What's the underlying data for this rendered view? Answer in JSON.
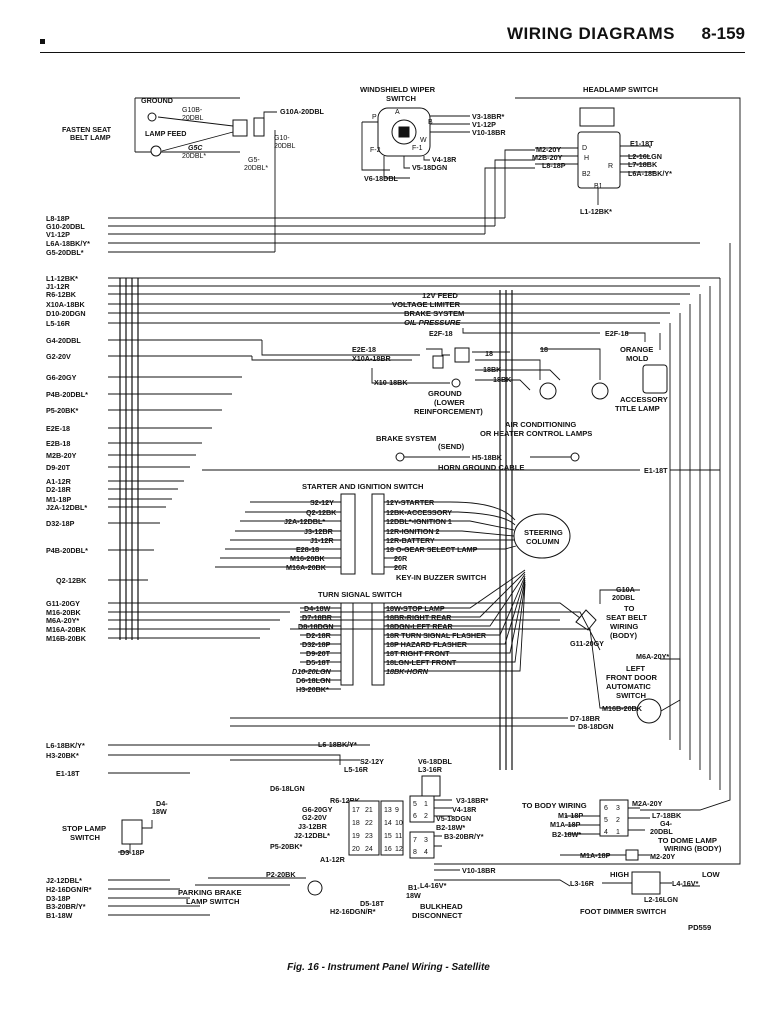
{
  "header": {
    "title": "WIRING DIAGRAMS",
    "page": "8-159"
  },
  "caption": "Fig. 16 - Instrument Panel Wiring - Satellite",
  "ref_code": "PD559",
  "components": {
    "ground": "GROUND",
    "fasten_seat_belt_lamp": [
      "FASTEN SEAT",
      "BELT LAMP"
    ],
    "lamp_feed": "LAMP FEED",
    "windshield_wiper_switch": [
      "WINDSHIELD WIPER",
      "SWITCH"
    ],
    "headlamp_switch": "HEADLAMP SWITCH",
    "twelve_v_feed": [
      "12V FEED",
      "VOLTAGE LIMITER",
      "BRAKE SYSTEM",
      "OIL PRESSURE"
    ],
    "orange_mold": [
      "ORANGE",
      "MOLD"
    ],
    "accessory_title_lamp": [
      "ACCESSORY",
      "TITLE LAMP"
    ],
    "ground_lower_reinforcement": [
      "GROUND",
      "(LOWER",
      "REINFORCEMENT)"
    ],
    "air_conditioning": [
      "AIR CONDITIONING",
      "OR HEATER CONTROL LAMPS"
    ],
    "brake_system": "BRAKE SYSTEM",
    "send": "(SEND)",
    "horn_ground_cable": "HORN GROUND CABLE",
    "starter_ignition_switch": "STARTER AND IGNITION SWITCH",
    "steering_column": [
      "STEERING",
      "COLUMN"
    ],
    "key_in_buzzer_switch": "KEY-IN BUZZER SWITCH",
    "turn_signal_switch": "TURN SIGNAL SWITCH",
    "to_seat_belt_wiring": [
      "TO",
      "SEAT BELT",
      "WIRING",
      "(BODY)"
    ],
    "left_front_door_switch": [
      "LEFT",
      "FRONT DOOR",
      "AUTOMATIC",
      "SWITCH"
    ],
    "stop_lamp_switch": [
      "STOP LAMP",
      "SWITCH"
    ],
    "parking_brake_lamp_switch": [
      "PARKING BRAKE",
      "LAMP SWITCH"
    ],
    "bulkhead_disconnect": [
      "BULKHEAD",
      "DISCONNECT"
    ],
    "to_body_wiring": "TO BODY WIRING",
    "to_dome_lamp_wiring": [
      "TO DOME LAMP",
      "WIRING (BODY)"
    ],
    "foot_dimmer_switch": "FOOT DIMMER SWITCH",
    "high": "HIGH",
    "low": "LOW"
  },
  "wires": {
    "top_left": [
      "G10B-",
      "20DBL",
      "G10A-20DBL",
      "G5C",
      "20DBL*",
      "G10-",
      "20DBL",
      "G5-",
      "20DBL*"
    ],
    "wiper": [
      "V3-18BR*",
      "V1-12P",
      "V10-18BR",
      "V4-18R",
      "V5-18DGN",
      "V6-18DBL"
    ],
    "wiper_pins": [
      "A",
      "P",
      "B",
      "F-2",
      "W",
      "F-1"
    ],
    "headlamp": [
      "M2-20Y",
      "M2B-20Y",
      "L8-18P",
      "E1-18T",
      "L2-16LGN",
      "L7-18BK",
      "L6A-18BK/Y*",
      "L1-12BK*"
    ],
    "headlamp_pins": [
      "D",
      "H",
      "R",
      "B2",
      "B1"
    ],
    "left_edge_top": [
      "L8-18P",
      "G10-20DBL",
      "V1-12P",
      "L6A-18BK/Y*",
      "G5-20DBL*"
    ],
    "left_edge_mid": [
      "L1-12BK*",
      "J1-12R",
      "R6-12BK",
      "X10A-18BK",
      "D10-20DGN",
      "L5-16R",
      "G4-20DBL",
      "G2-20V",
      "G6-20GY",
      "P4B-20DBL*",
      "P5-20BK*",
      "E2E-18",
      "E2B-18",
      "M2B-20Y",
      "D9-20T",
      "A1-12R",
      "D2-18R",
      "M1-18P",
      "J2A-12DBL*",
      "D32-18P",
      "P4B-20DBL*",
      "Q2-12BK"
    ],
    "left_edge_low": [
      "G11-20GY",
      "M16-20BK",
      "M6A-20Y*",
      "M16A-20BK",
      "M16B-20BK"
    ],
    "left_edge_bottom": [
      "L6-18BK/Y*",
      "H3-20BK*",
      "E1-18T"
    ],
    "left_edge_footer": [
      "J2-12DBL*",
      "H2-16DGN/R*",
      "D3-18P",
      "B3-20BR/Y*",
      "B1-18W"
    ],
    "feed": [
      "E2F-18",
      "E2F-18",
      "E2E-18",
      "X10A-18BR",
      "18",
      "18",
      "18BK",
      "18BK",
      "X10-18BK"
    ],
    "brake": [
      "H5-18BK",
      "E1-18T"
    ],
    "ignition_left": [
      "S2-12Y",
      "Q2-12BK",
      "J2A-12DBL*",
      "J3-12BR",
      "J1-12R",
      "E28-18",
      "M16-20BK",
      "M16A-20BK"
    ],
    "ignition_right": [
      "12Y-STARTER",
      "12BK-ACCESSORY",
      "12DBL*-IGNITION 1",
      "12R-IGNITION 2",
      "12R-BATTERY",
      "18 O-GEAR SELECT LAMP",
      "20R",
      "20R"
    ],
    "turn_left": [
      "D4-18W",
      "D7-18BR",
      "D8-18DGN",
      "D2-18R",
      "D32-18P",
      "D9-20T",
      "D5-18T",
      "D10-20LGN",
      "D6-18LGN",
      "H3-20BK*"
    ],
    "turn_right": [
      "18W-STOP LAMP",
      "18BR-RIGHT REAR",
      "18DGN-LEFT REAR",
      "18R TURN SIGNAL FLASHER",
      "18P HAZARD FLASHER",
      "18T RIGHT FRONT",
      "18LGN-LEFT FRONT",
      "18BK-HORN"
    ],
    "right_side": [
      "G10A-",
      "20DBL",
      "G11-20GY",
      "M6A-20Y*",
      "M16B-20BK",
      "D7-18BR",
      "D8-18DGN"
    ],
    "lower_center": [
      "L6-18BK/Y*",
      "S2-12Y",
      "L5-16R",
      "V6-18DBL",
      "L3-16R",
      "D6-18LGN",
      "R6-12BK",
      "G6-20GY",
      "G2-20V",
      "J3-12BR",
      "J2-12DBL*",
      "P5-20BK*",
      "A1-12R",
      "P2-20BK",
      "D4-",
      "18W",
      "D3-18P",
      "D5-18T",
      "H2-16DGN/R*",
      "B1-",
      "18W"
    ],
    "lower_center2": [
      "V3-18BR*",
      "V4-18R",
      "V5-18DGN",
      "B2-18W*",
      "B3-20BR/Y*",
      "V10-18BR",
      "L4-16V*"
    ],
    "body_wiring": [
      "M2A-20Y",
      "M1-18P",
      "L7-18BK",
      "M1A-18P",
      "G4-",
      "20DBL",
      "B2-18W*",
      "M1A-18P",
      "M2-20Y"
    ],
    "dimmer": [
      "L3-16R",
      "L4-16V*",
      "L2-16LGN"
    ],
    "connector_numbers_a": [
      "21",
      "22",
      "23",
      "24",
      "17",
      "18",
      "19",
      "20"
    ],
    "connector_numbers_b": [
      "13",
      "14",
      "15",
      "16",
      "9",
      "10",
      "11",
      "12"
    ],
    "connector_numbers_c": [
      "5",
      "6",
      "7",
      "8",
      "1",
      "2",
      "3",
      "4"
    ],
    "connector_numbers_d": [
      "6",
      "5",
      "4",
      "3",
      "2",
      "1"
    ]
  }
}
